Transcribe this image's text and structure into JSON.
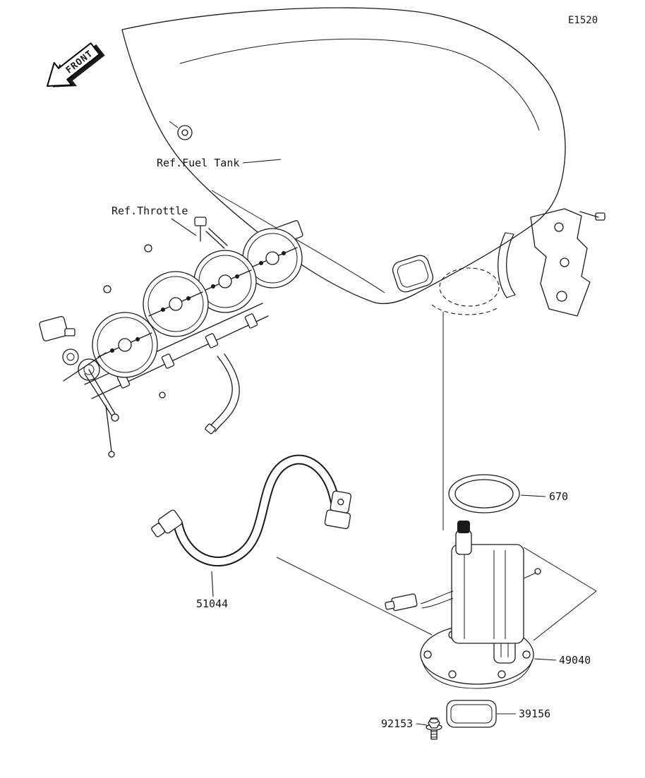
{
  "page": {
    "code": "E1520"
  },
  "front_arrow": {
    "label": "FRONT"
  },
  "references": {
    "fuel_tank": "Ref.Fuel Tank",
    "throttle": "Ref.Throttle"
  },
  "parts": [
    {
      "number": "670",
      "name": "o-ring"
    },
    {
      "number": "51044",
      "name": "fuel-hose"
    },
    {
      "number": "49040",
      "name": "fuel-pump-assembly"
    },
    {
      "number": "39156",
      "name": "damper"
    },
    {
      "number": "92153",
      "name": "bolt"
    }
  ]
}
